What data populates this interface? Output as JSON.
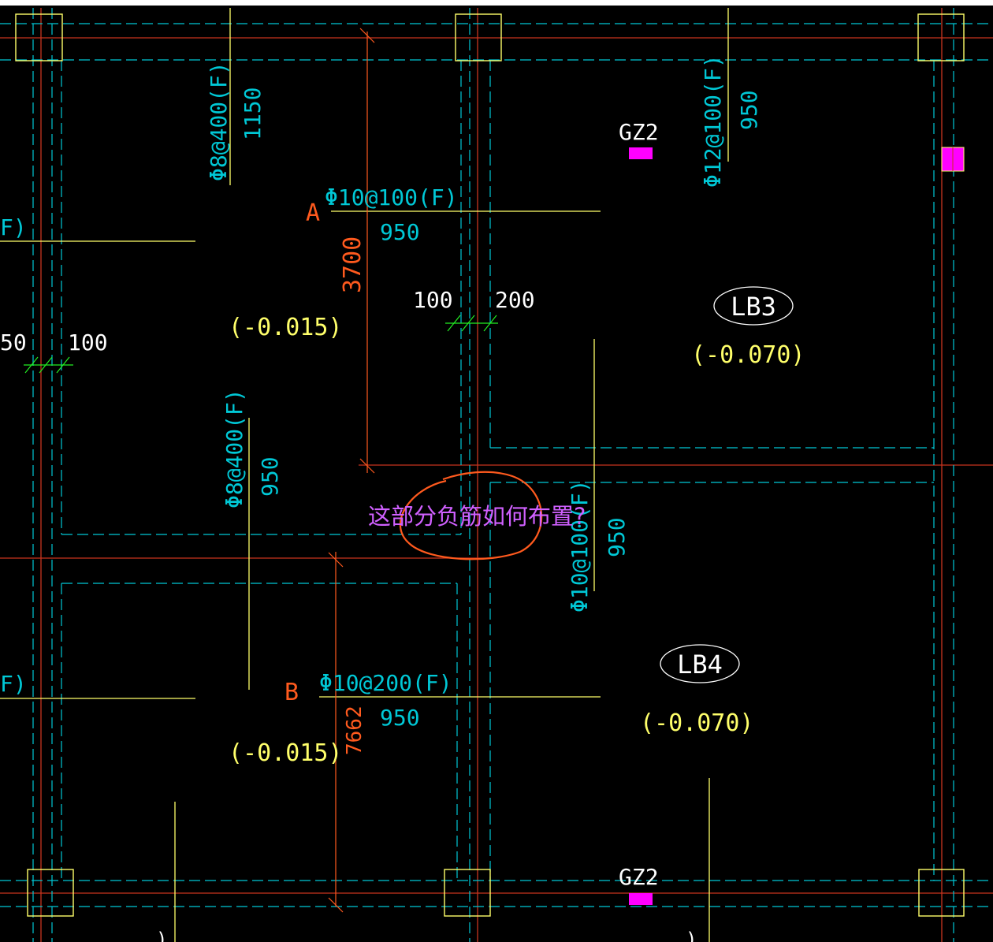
{
  "colors": {
    "background": "#000000",
    "cyan": "#00c8d6",
    "red_axis": "#c8341e",
    "yellow": "#ffff6a",
    "white": "#ffffff",
    "orange": "#ff5a1e",
    "green": "#22ee22",
    "magenta": "#ff00ff",
    "violet": "#d060ff"
  },
  "rebar_labels": [
    {
      "spec": "Φ8@400(F)",
      "length": "1150"
    },
    {
      "spec": "Φ12@100(F)",
      "length": "950"
    },
    {
      "spec": "Φ10@100(F)",
      "length": "950"
    },
    {
      "spec": "Φ8@400(F)",
      "length": "950"
    },
    {
      "spec": "Φ10@100(F)",
      "length": "950"
    },
    {
      "spec": "Φ10@200(F)",
      "length": "950"
    }
  ],
  "partial_left_labels": [
    "F)",
    "F)"
  ],
  "partial_bottom_labels": [
    ")",
    ")"
  ],
  "section_marks": [
    "A",
    "B"
  ],
  "dimensions": {
    "a_span": "3700",
    "b_span": "7662"
  },
  "offsets": {
    "mid": {
      "left": "100",
      "right": "200"
    },
    "left": {
      "left": "50",
      "right": "100"
    }
  },
  "slabs": [
    {
      "name": "LB3",
      "elevation": "(-0.070)"
    },
    {
      "name": "LB4",
      "elevation": "(-0.070)"
    }
  ],
  "left_elevations": [
    "(-0.015)",
    "(-0.015)"
  ],
  "columns": [
    "GZ2",
    "GZ2"
  ],
  "question_note": "这部分负筋如何布置?"
}
